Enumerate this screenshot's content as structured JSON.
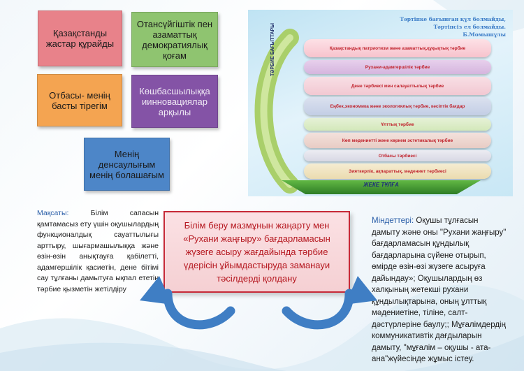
{
  "tiles": [
    {
      "text": "Қазақстанды жастар құрайды",
      "color": "#e8828a"
    },
    {
      "text": "Отансүйгіштік пен азаматтық демократиялық қоғам",
      "color": "#8fc470"
    },
    {
      "text": "Отбасы- менің басты тірегім",
      "color": "#f4a451"
    },
    {
      "text": "Көшбасшылыққа иинновациялар арқылы",
      "color": "#8453a6"
    },
    {
      "text": "Менің денсаулығым менің болашағым",
      "color": "#4d86c8"
    }
  ],
  "diagram": {
    "quote_line1": "Тәртіпке бағынған құл болмайды,",
    "quote_line2": "Тәртіпсіз ел болмайды.",
    "quote_author": "Б.Момышұлы",
    "vertical_label": "ТӘРБИЕ БАҒЫТТАРЫ",
    "directions": [
      "Қазақстандық патриотизм және азаматтық,құқықтық тәрбие",
      "Рухани-адамгершілік тәрбие",
      "Дене тәрбиесі мен салауаттылық тәрбие",
      "Еңбек,экономика және экологиялық тәрбие, кәсіптік бағдар",
      "Ұлттық тәрбие",
      "Көп мәдениетті және көркем эстетикалық тәрбие",
      "Отбасы тәрбиесі",
      "Зияткерлік, ақпараттық, мәдениет тәрбиесі"
    ],
    "base_label": "ЖЕКЕ ТҰЛҒА"
  },
  "goal": {
    "label": "Мақсаты:",
    "text": "Білім сапасын қамтамасыз ету үшін оқушылардың функционалдық сауаттылығы арттыру, шығармашылыққа және өзін-өзін анықтауға қабілетті, адамгершілік қасиетін, дене бітімі сау тұлғаны дамытуға ықпал ететін тәрбие қызметін жетілдіру"
  },
  "center_text": "Білім беру мазмұнын жаңарту мен «Рухани жаңғыру» бағдарламасын жүзеге асыру жағдайында тәрбие үдерісін ұйымдастыруда заманауи тәсілдерді қолдану",
  "tasks": {
    "label": "Міндеттері:",
    "text": "Оқушы тұлғасын дамыту және оны \"Рухани жаңғыру\" бағдарламасын құндылық бағдарларына сүйене отырып, өмірде өзін-өзі жүзеге асыруға дайындау»; Оқушылардың өз халқының жетекші рухани құндылықтарына, оның ұлттық мәдениетіне, тіліне, салт-дәстүрлеріне баулу;; Мұғалімдердің коммуникативтік дағдыларын дамыту, \"мұғалім – оқушы - ата-ана\"жүйесінде жұмыс істеу."
  },
  "colors": {
    "accent_red": "#c62a38",
    "arrow_blue": "#3f7ec4",
    "label_blue": "#2a5ea8"
  }
}
